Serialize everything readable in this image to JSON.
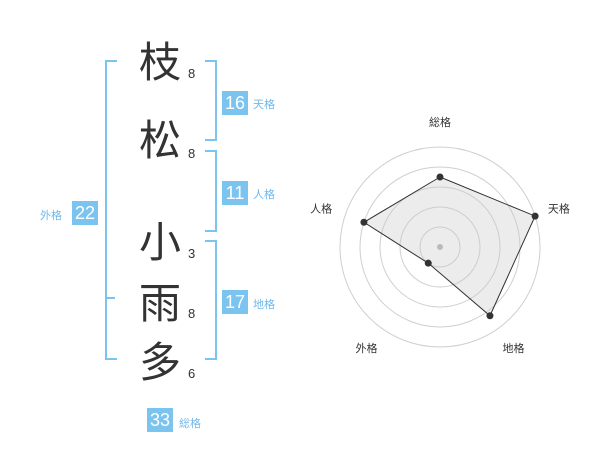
{
  "name_chars": [
    {
      "char": "枝",
      "strokes": "8"
    },
    {
      "char": "松",
      "strokes": "8"
    },
    {
      "char": "小",
      "strokes": "3"
    },
    {
      "char": "雨",
      "strokes": "8"
    },
    {
      "char": "多",
      "strokes": "6"
    }
  ],
  "kaku": {
    "tenkaku": {
      "value": "16",
      "label": "天格"
    },
    "jinkaku": {
      "value": "11",
      "label": "人格"
    },
    "chikaku": {
      "value": "17",
      "label": "地格"
    },
    "gaikaku": {
      "value": "22",
      "label": "外格"
    },
    "soukaku": {
      "value": "33",
      "label": "総格"
    }
  },
  "colors": {
    "accent": "#7cc4f0",
    "label": "#6fb8ec"
  },
  "chart_data": {
    "type": "radar",
    "axes": [
      "総格",
      "天格",
      "地格",
      "外格",
      "人格"
    ],
    "values": [
      0.7,
      1.0,
      0.85,
      0.2,
      0.8
    ],
    "rings": 5
  }
}
